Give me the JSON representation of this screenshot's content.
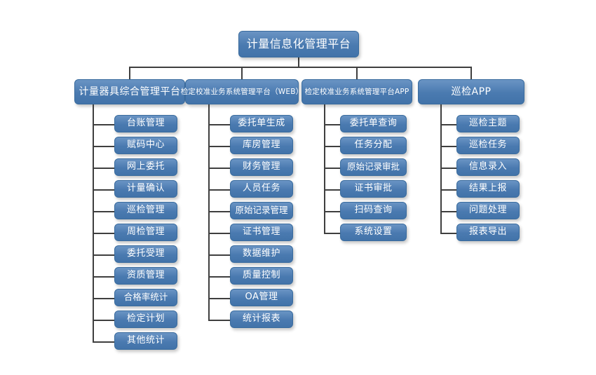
{
  "diagram": {
    "title": "计量信息化管理平台",
    "type": "organization-chart",
    "colors": {
      "node_fill_top": "#6a94c4",
      "node_fill_bottom": "#4273a9",
      "node_border": "#3a6c9e",
      "node_text": "#ffffff",
      "connector": "#3f3f3f",
      "background": "#ffffff"
    },
    "root": {
      "label": "计量信息化管理平台"
    },
    "branches": [
      {
        "label": "计量器具综合管理平台",
        "children": [
          {
            "label": "台账管理"
          },
          {
            "label": "赋码中心"
          },
          {
            "label": "网上委托"
          },
          {
            "label": "计量确认"
          },
          {
            "label": "巡检管理"
          },
          {
            "label": "周检管理"
          },
          {
            "label": "委托受理"
          },
          {
            "label": "资质管理"
          },
          {
            "label": "合格率统计"
          },
          {
            "label": "检定计划"
          },
          {
            "label": "其他统计"
          }
        ]
      },
      {
        "label": "检定校准业务系统管理平台（WEB）",
        "children": [
          {
            "label": "委托单生成"
          },
          {
            "label": "库房管理"
          },
          {
            "label": "财务管理"
          },
          {
            "label": "人员任务"
          },
          {
            "label": "原始记录管理"
          },
          {
            "label": "证书管理"
          },
          {
            "label": "数据维护"
          },
          {
            "label": "质量控制"
          },
          {
            "label": "OA管理"
          },
          {
            "label": "统计报表"
          }
        ]
      },
      {
        "label": "检定校准业务系统管理平台APP",
        "children": [
          {
            "label": "委托单查询"
          },
          {
            "label": "任务分配"
          },
          {
            "label": "原始记录审批"
          },
          {
            "label": "证书审批"
          },
          {
            "label": "扫码查询"
          },
          {
            "label": "系统设置"
          }
        ]
      },
      {
        "label": "巡检APP",
        "children": [
          {
            "label": "巡检主题"
          },
          {
            "label": "巡检任务"
          },
          {
            "label": "信息录入"
          },
          {
            "label": "结果上报"
          },
          {
            "label": "问题处理"
          },
          {
            "label": "报表导出"
          }
        ]
      }
    ]
  }
}
